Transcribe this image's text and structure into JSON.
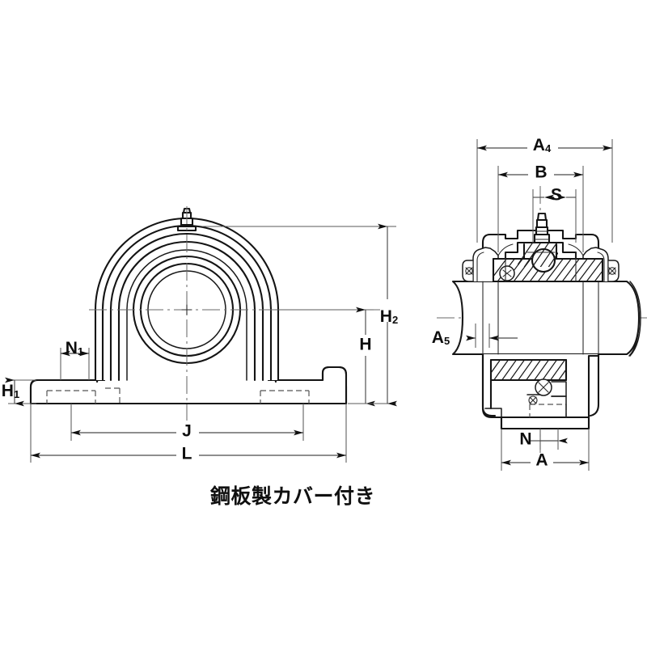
{
  "drawing": {
    "title": "Pillow block bearing unit technical drawing",
    "caption": "鋼板製カバー付き",
    "background_color": "#ffffff",
    "line_color": "#141414",
    "dimension_color": "#4a4a4a",
    "views": {
      "front": {
        "name": "front-elevation-view",
        "description": "Pillow block housing front elevation with concentric bearing rings and mounting base"
      },
      "side": {
        "name": "side-section-view",
        "description": "Sectioned side view showing shaft, insert bearing, grease nipple and steel cover"
      }
    },
    "dimensions": {
      "front_view": [
        {
          "id": "n1",
          "label": "N",
          "subscript": "1",
          "orientation": "horizontal",
          "location": "base-slot-width-left"
        },
        {
          "id": "h1",
          "label": "H",
          "subscript": "1",
          "orientation": "vertical",
          "location": "base-height-left"
        },
        {
          "id": "j",
          "label": "J",
          "subscript": "",
          "orientation": "horizontal",
          "location": "bolt-hole-spacing"
        },
        {
          "id": "l",
          "label": "L",
          "subscript": "",
          "orientation": "horizontal",
          "location": "overall-length"
        },
        {
          "id": "h",
          "label": "H",
          "subscript": "",
          "orientation": "vertical",
          "location": "shaft-centre-height"
        },
        {
          "id": "h2",
          "label": "H",
          "subscript": "2",
          "orientation": "vertical",
          "location": "overall-height"
        }
      ],
      "side_view": [
        {
          "id": "a4",
          "label": "A",
          "subscript": "4",
          "orientation": "horizontal",
          "location": "overall-cover-width"
        },
        {
          "id": "b",
          "label": "B",
          "subscript": "",
          "orientation": "horizontal",
          "location": "bearing-insert-width"
        },
        {
          "id": "s",
          "label": "S",
          "subscript": "",
          "orientation": "horizontal",
          "location": "inner-ring-offset"
        },
        {
          "id": "a5",
          "label": "A",
          "subscript": "5",
          "orientation": "horizontal-leader",
          "location": "cover-flange-thickness"
        },
        {
          "id": "n",
          "label": "N",
          "subscript": "",
          "orientation": "horizontal",
          "location": "base-bolt-hole-diameter"
        },
        {
          "id": "a",
          "label": "A",
          "subscript": "",
          "orientation": "horizontal",
          "location": "base-width"
        }
      ]
    }
  }
}
